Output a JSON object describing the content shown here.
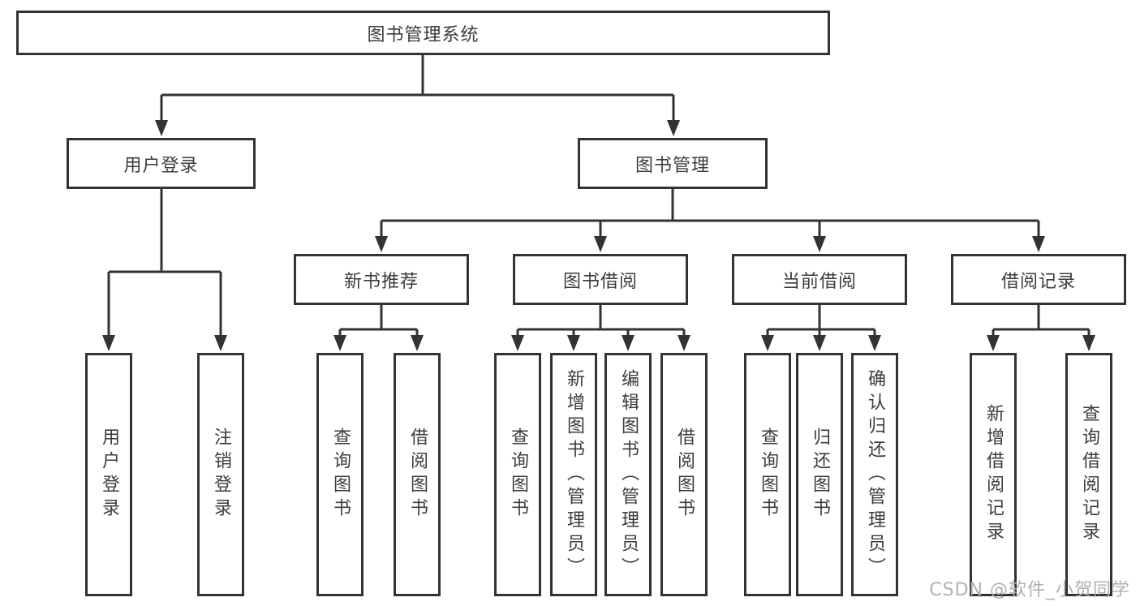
{
  "diagram": {
    "root": {
      "label": "图书管理系统"
    },
    "level2": [
      {
        "label": "用户登录"
      },
      {
        "label": "图书管理"
      }
    ],
    "level3": [
      {
        "label": "新书推荐"
      },
      {
        "label": "图书借阅"
      },
      {
        "label": "当前借阅"
      },
      {
        "label": "借阅记录"
      }
    ],
    "leaves": [
      {
        "label": "用户登录"
      },
      {
        "label": "注销登录"
      },
      {
        "label": "查询图书"
      },
      {
        "label": "借阅图书"
      },
      {
        "label": "查询图书"
      },
      {
        "label": "新增图书（管理员）"
      },
      {
        "label": "编辑图书（管理员）"
      },
      {
        "label": "借阅图书"
      },
      {
        "label": "查询图书"
      },
      {
        "label": "归还图书"
      },
      {
        "label": "确认归还（管理员）"
      },
      {
        "label": "新增借阅记录"
      },
      {
        "label": "查询借阅记录"
      }
    ],
    "watermark": "CSDN @软件_小贺同学",
    "colors": {
      "line": "#333333",
      "text": "#3c3c3c",
      "watermark": "#b3afaf",
      "background": "#ffffff"
    }
  }
}
